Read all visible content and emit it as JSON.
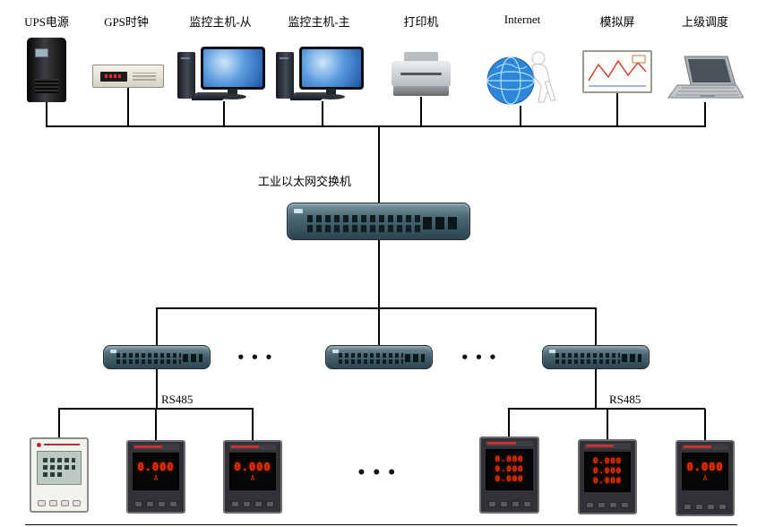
{
  "top_devices": [
    {
      "label": "UPS电源",
      "type": "ups"
    },
    {
      "label": "GPS时钟",
      "type": "gps-clock"
    },
    {
      "label": "监控主机-从",
      "type": "monitoring-host-slave"
    },
    {
      "label": "监控主机-主",
      "type": "monitoring-host-master"
    },
    {
      "label": "打印机",
      "type": "printer"
    },
    {
      "label": "Internet",
      "type": "internet"
    },
    {
      "label": "模拟屏",
      "type": "mimic-screen"
    },
    {
      "label": "上级调度",
      "type": "dispatch-laptop"
    }
  ],
  "main_switch": {
    "label": "工业以太网交换机"
  },
  "ellipsis": "•••",
  "groups": [
    {
      "bus_label": "RS485"
    },
    {
      "bus_label": "RS485"
    }
  ],
  "meter_displays": {
    "single_value": "0.000",
    "single_unit": "A",
    "triple_values": [
      "0.000",
      "0.000",
      "0.000"
    ]
  },
  "colors": {
    "line": "#000000",
    "switch_body": "#4a6673",
    "led_red": "#ff2d00",
    "screen_blue": "#5b9ce0"
  }
}
